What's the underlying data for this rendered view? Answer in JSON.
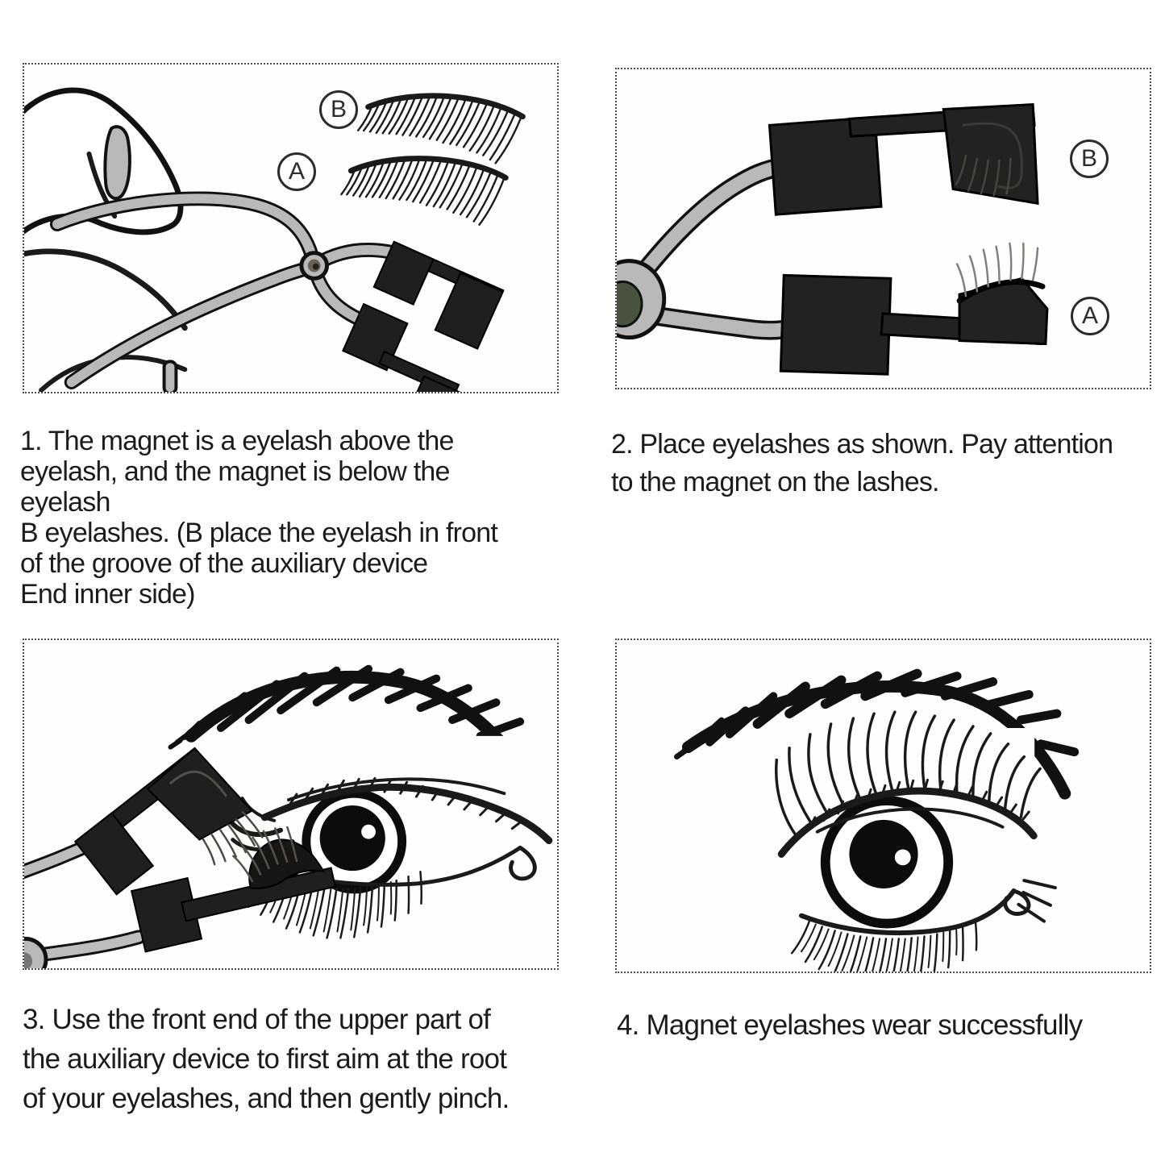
{
  "page": {
    "background": "#ffffff"
  },
  "colors": {
    "ink": "#1a1a1a",
    "tool_gray": "#b9b9b9",
    "clip_black": "#1f1f1f",
    "pivot_green": "#48523f",
    "panel_border": "#4a4a4a"
  },
  "steps": [
    {
      "number": "1",
      "label_top": "B",
      "label_bottom": "A",
      "caption_lines": [
        "1. The magnet is a eyelash above the",
        "eyelash, and the magnet is below the",
        "eyelash",
        "B eyelashes. (B place the eyelash in front",
        "of the groove of the auxiliary device",
        "End inner side)"
      ]
    },
    {
      "number": "2",
      "label_top": "B",
      "label_bottom": "A",
      "caption_lines": [
        "2. Place eyelashes as shown. Pay attention",
        "to the magnet on the lashes."
      ]
    },
    {
      "number": "3",
      "caption_lines": [
        "3. Use the front end of the upper part of",
        "the auxiliary device to first aim at the root",
        "of your eyelashes, and then gently pinch."
      ]
    },
    {
      "number": "4",
      "caption_lines": [
        "4. Magnet eyelashes wear successfully"
      ]
    }
  ]
}
